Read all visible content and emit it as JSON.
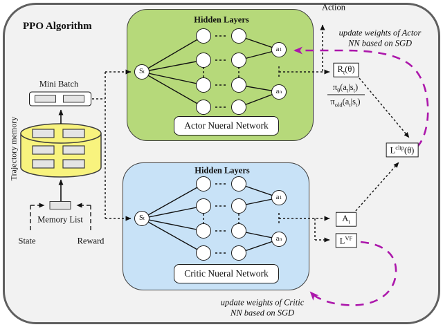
{
  "title": "PPO Algorithm",
  "colors": {
    "actor_bg": "#b6d97a",
    "critic_bg": "#c8e2f7",
    "memory_bg": "#f8f37e",
    "magenta": "#ac17ab",
    "frame_border": "#5f5f5f",
    "frame_bg": "#f2f2f2"
  },
  "actor": {
    "hidden_layers": "Hidden Layers",
    "label": "Actor Nueral Network",
    "s_node": [
      [
        "n",
        "S"
      ],
      [
        "sub",
        "t"
      ]
    ],
    "a1_node": [
      [
        "n",
        "a"
      ],
      [
        "sub",
        "1"
      ]
    ],
    "an_node": [
      [
        "n",
        "a"
      ],
      [
        "sub",
        "n"
      ]
    ]
  },
  "critic": {
    "hidden_layers": "Hidden Layers",
    "label": "Critic Nueral Network",
    "s_node": [
      [
        "n",
        "S"
      ],
      [
        "sub",
        "t"
      ]
    ],
    "a1_node": [
      [
        "n",
        "a"
      ],
      [
        "sub",
        "1"
      ]
    ],
    "an_node": [
      [
        "n",
        "a"
      ],
      [
        "sub",
        "n"
      ]
    ]
  },
  "memory": {
    "mini_batch": "Mini Batch",
    "trajectory": "Trajectory memory",
    "memory_list": "Memory List",
    "state": "State",
    "reward": "Reward"
  },
  "flow": {
    "action": "Action",
    "ratio_box": [
      [
        "n",
        "R"
      ],
      [
        "sub",
        "t"
      ],
      [
        "n",
        "(θ)"
      ]
    ],
    "ratio_numerator": [
      [
        "n",
        "π"
      ],
      [
        "sub",
        "θ"
      ],
      [
        "n",
        "(a"
      ],
      [
        "sub",
        "t"
      ],
      [
        "n",
        "|s"
      ],
      [
        "sub",
        "t"
      ],
      [
        "n",
        ")"
      ]
    ],
    "ratio_denominator": [
      [
        "n",
        "π"
      ],
      [
        "sub",
        "old"
      ],
      [
        "n",
        "(a"
      ],
      [
        "sub",
        "t"
      ],
      [
        "n",
        "|s"
      ],
      [
        "sub",
        "t"
      ],
      [
        "n",
        ")"
      ]
    ],
    "clip_box": [
      [
        "n",
        "L"
      ],
      [
        "sup",
        "clip"
      ],
      [
        "n",
        "(θ)"
      ]
    ],
    "advantage_box": [
      [
        "n",
        "A"
      ],
      [
        "sub",
        "t"
      ]
    ],
    "vf_box": [
      [
        "n",
        "L"
      ],
      [
        "sup",
        "VF"
      ]
    ],
    "actor_update_note_line1": "update weights of Actor",
    "actor_update_note_line2": "NN based on SGD",
    "critic_update_note_line1": "update weights of Critic",
    "critic_update_note_line2": "NN based on SGD"
  }
}
